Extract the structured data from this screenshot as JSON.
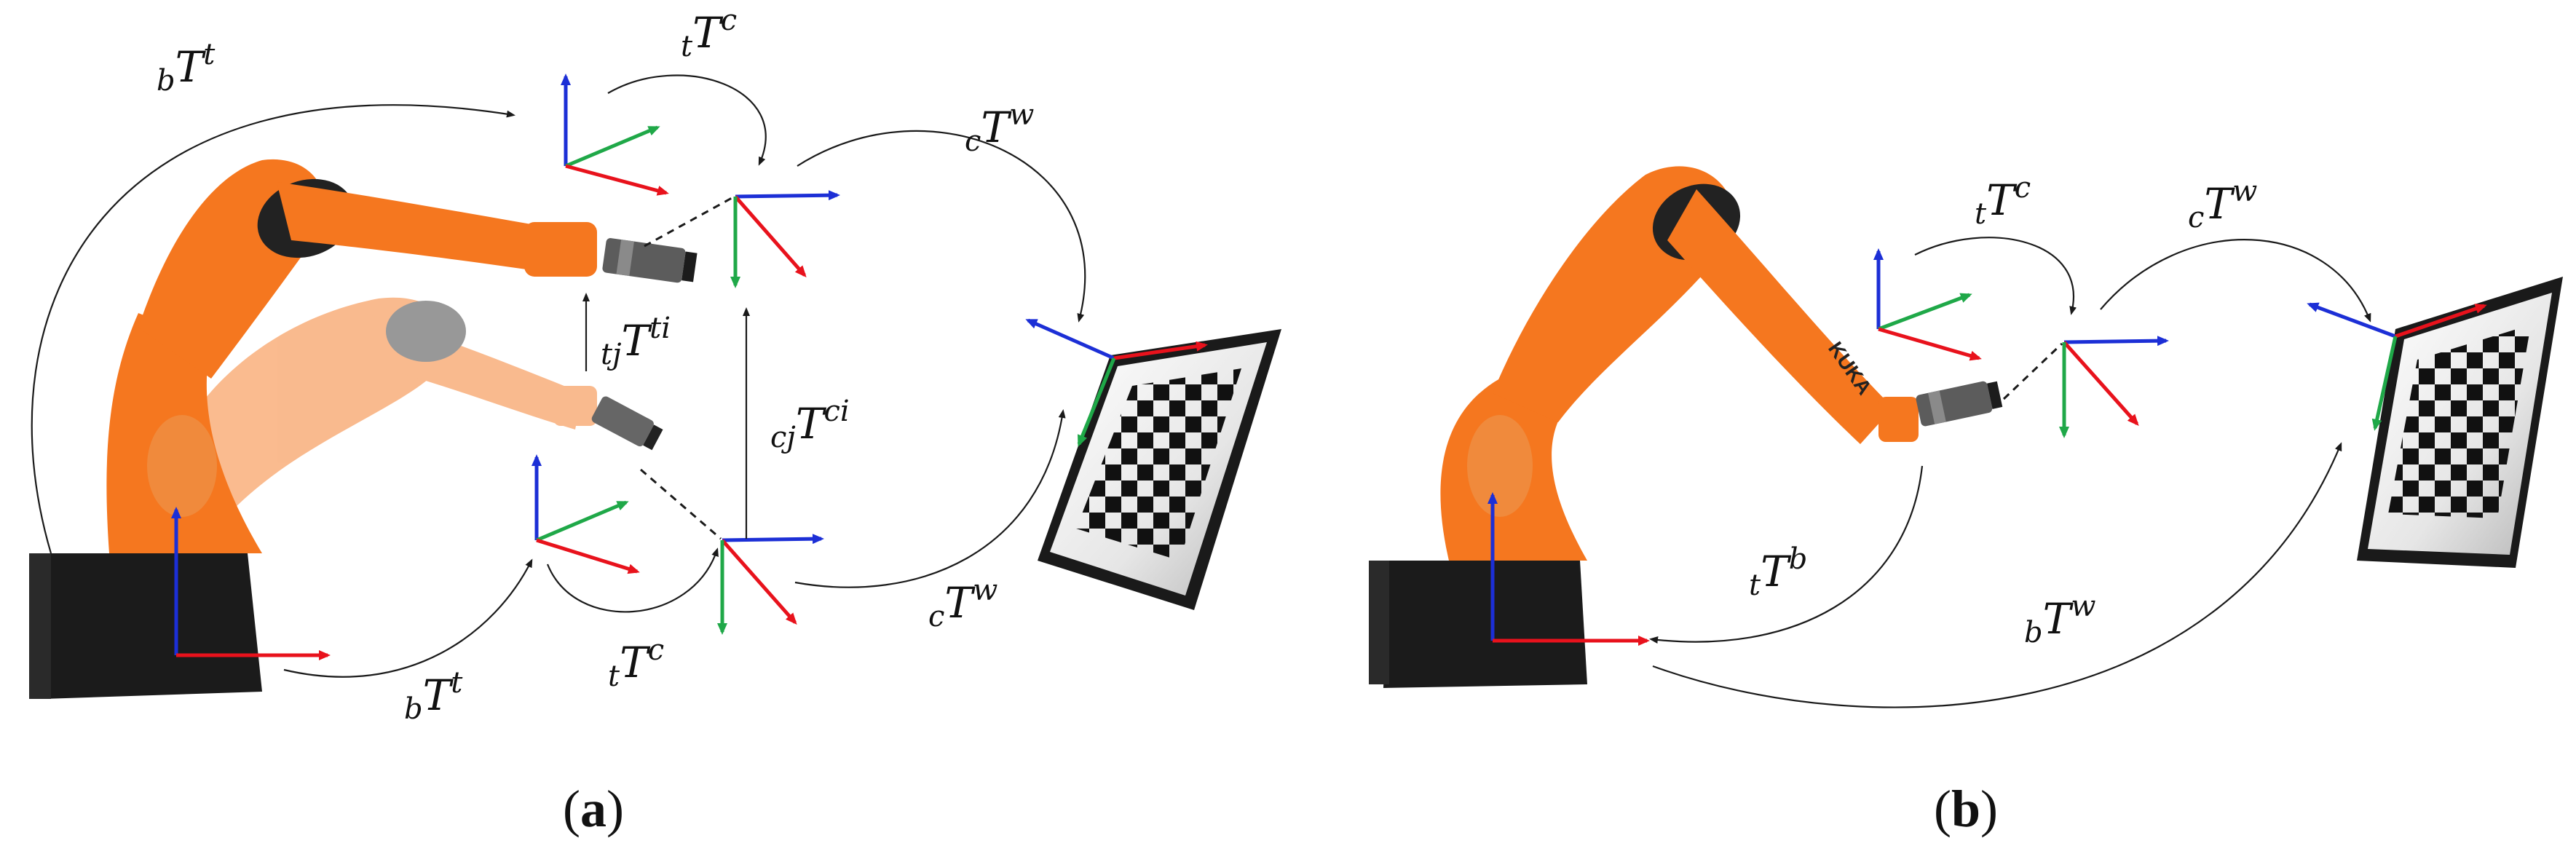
{
  "colors": {
    "x_axis": "#e8121c",
    "y_axis": "#1fa848",
    "z_axis": "#1c2fd6",
    "robot_orange": "#f5771f",
    "robot_black": "#1b1b1b",
    "arrow": "#1a1a1a"
  },
  "panel_a": {
    "label_open": "(",
    "label_letter": "a",
    "label_close": ")",
    "labels": {
      "bTt_top": {
        "sub": "b",
        "main": "T",
        "sup": "t"
      },
      "tTc_top": {
        "sub": "t",
        "main": "T",
        "sup": "c"
      },
      "cTw_top": {
        "sub": "c",
        "main": "T",
        "sup": "w"
      },
      "tjTti": {
        "sub": "tj",
        "main": "T",
        "sup": "ti"
      },
      "cjTci": {
        "sub": "cj",
        "main": "T",
        "sup": "ci"
      },
      "bTt_bottom": {
        "sub": "b",
        "main": "T",
        "sup": "t"
      },
      "tTc_bottom": {
        "sub": "t",
        "main": "T",
        "sup": "c"
      },
      "cTw_bottom": {
        "sub": "c",
        "main": "T",
        "sup": "w"
      }
    }
  },
  "panel_b": {
    "label_open": "(",
    "label_letter": "b",
    "label_close": ")",
    "robot_brand": "KUKA",
    "labels": {
      "tTc": {
        "sub": "t",
        "main": "T",
        "sup": "c"
      },
      "cTw": {
        "sub": "c",
        "main": "T",
        "sup": "w"
      },
      "tTb": {
        "sub": "t",
        "main": "T",
        "sup": "b"
      },
      "bTw": {
        "sub": "b",
        "main": "T",
        "sup": "w"
      }
    }
  }
}
